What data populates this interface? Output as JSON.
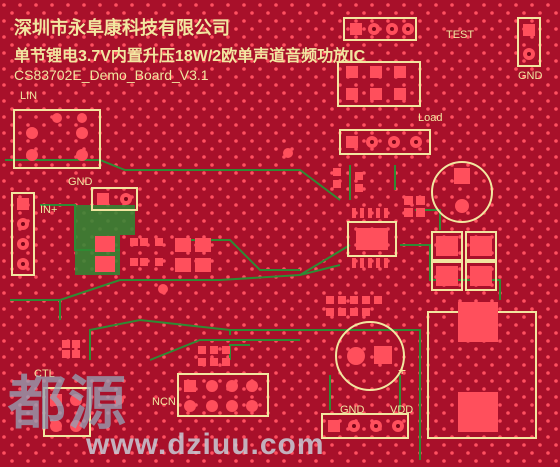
{
  "board": {
    "title_line1": "深圳市永阜康科技有限公司",
    "title_line2": "单节锂电3.7V内置升压18W/2欧单声道音频功放IC",
    "title_line3": "CS83702E_Demo_Board_V3.1"
  },
  "labels": {
    "test": "TEST",
    "gnd_right": "GND",
    "lin": "LIN",
    "gnd_left": "GND",
    "in_plus": "IN+",
    "load": "Load",
    "ctl": "CTL",
    "ncn": "NCN",
    "gnd_bottom": "GND",
    "vdd": "VDD",
    "plus_sign": "+"
  },
  "watermark": {
    "text": "都源",
    "url": "www.dziuu.com"
  },
  "colors": {
    "board": "#a8102a",
    "copper": "#ff4f5c",
    "silkscreen": "#f2e6a0",
    "trace": "#2e8b34"
  }
}
